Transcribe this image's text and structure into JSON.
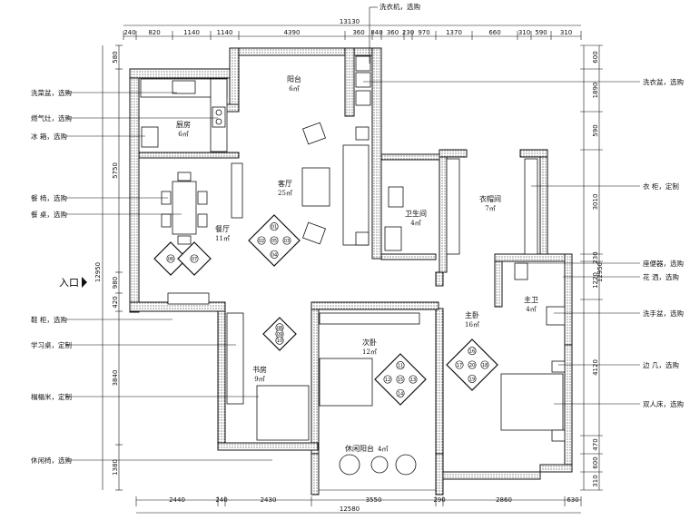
{
  "dims_top": {
    "total": "13130",
    "segments": [
      "240",
      "820",
      "1140",
      "1140",
      "4390",
      "360",
      "840",
      "360",
      "230",
      "970",
      "1370",
      "660",
      "310",
      "590",
      "310"
    ]
  },
  "dims_bottom": {
    "total": "12580",
    "segments": [
      "2440",
      "240",
      "2430",
      "3550",
      "290",
      "2860",
      "630"
    ]
  },
  "dims_left": {
    "total": "12950",
    "segments": [
      "580",
      "5750",
      "980",
      "420",
      "3840",
      "1380"
    ]
  },
  "dims_right": {
    "total": "12950",
    "segments": [
      "600",
      "1890",
      "590",
      "3010",
      "230",
      "1220",
      "4120",
      "470",
      "600",
      "310"
    ]
  },
  "rooms": {
    "balcony": {
      "name": "阳台",
      "area": "6㎡"
    },
    "kitchen": {
      "name": "厨房",
      "area": "6㎡"
    },
    "living": {
      "name": "客厅",
      "area": "25㎡"
    },
    "dining": {
      "name": "餐厅",
      "area": "11㎡"
    },
    "bath": {
      "name": "卫生间",
      "area": "4㎡"
    },
    "closet": {
      "name": "衣帽间",
      "area": "7㎡"
    },
    "master": {
      "name": "主卧",
      "area": "16㎡"
    },
    "master_bath": {
      "name": "主卫",
      "area": "4㎡"
    },
    "second": {
      "name": "次卧",
      "area": "12㎡"
    },
    "study": {
      "name": "书房",
      "area": "9㎡"
    },
    "leisure": {
      "name": "休闲阳台",
      "area": "4㎡"
    }
  },
  "entrance": "入口",
  "left_labels": [
    "洗菜盆，选购",
    "燃气灶，选购",
    "冰 箱，选购",
    "餐 椅，选购",
    "餐 桌，选购",
    "鞋 柜，选购",
    "学习桌，定制",
    "榻榻米，定制",
    "休闲椅，选购"
  ],
  "right_labels": [
    "洗衣盆，选购",
    "衣 柜，定制",
    "座便器，选购",
    "花 洒，选购",
    "洗手盆，选购",
    "边 几，选购",
    "双人床，选购"
  ],
  "top_label": "洗衣机，选购",
  "light_numbers": {
    "living": [
      "01",
      "02",
      "03",
      "04",
      "05"
    ],
    "dining": [
      "06",
      "07"
    ],
    "study": [
      "08",
      "09",
      "10"
    ],
    "second": [
      "11",
      "12",
      "13",
      "14",
      "15"
    ],
    "master": [
      "16",
      "17",
      "18",
      "19",
      "20"
    ]
  },
  "colors": {
    "line": "#111111",
    "hatch": "#444444"
  }
}
